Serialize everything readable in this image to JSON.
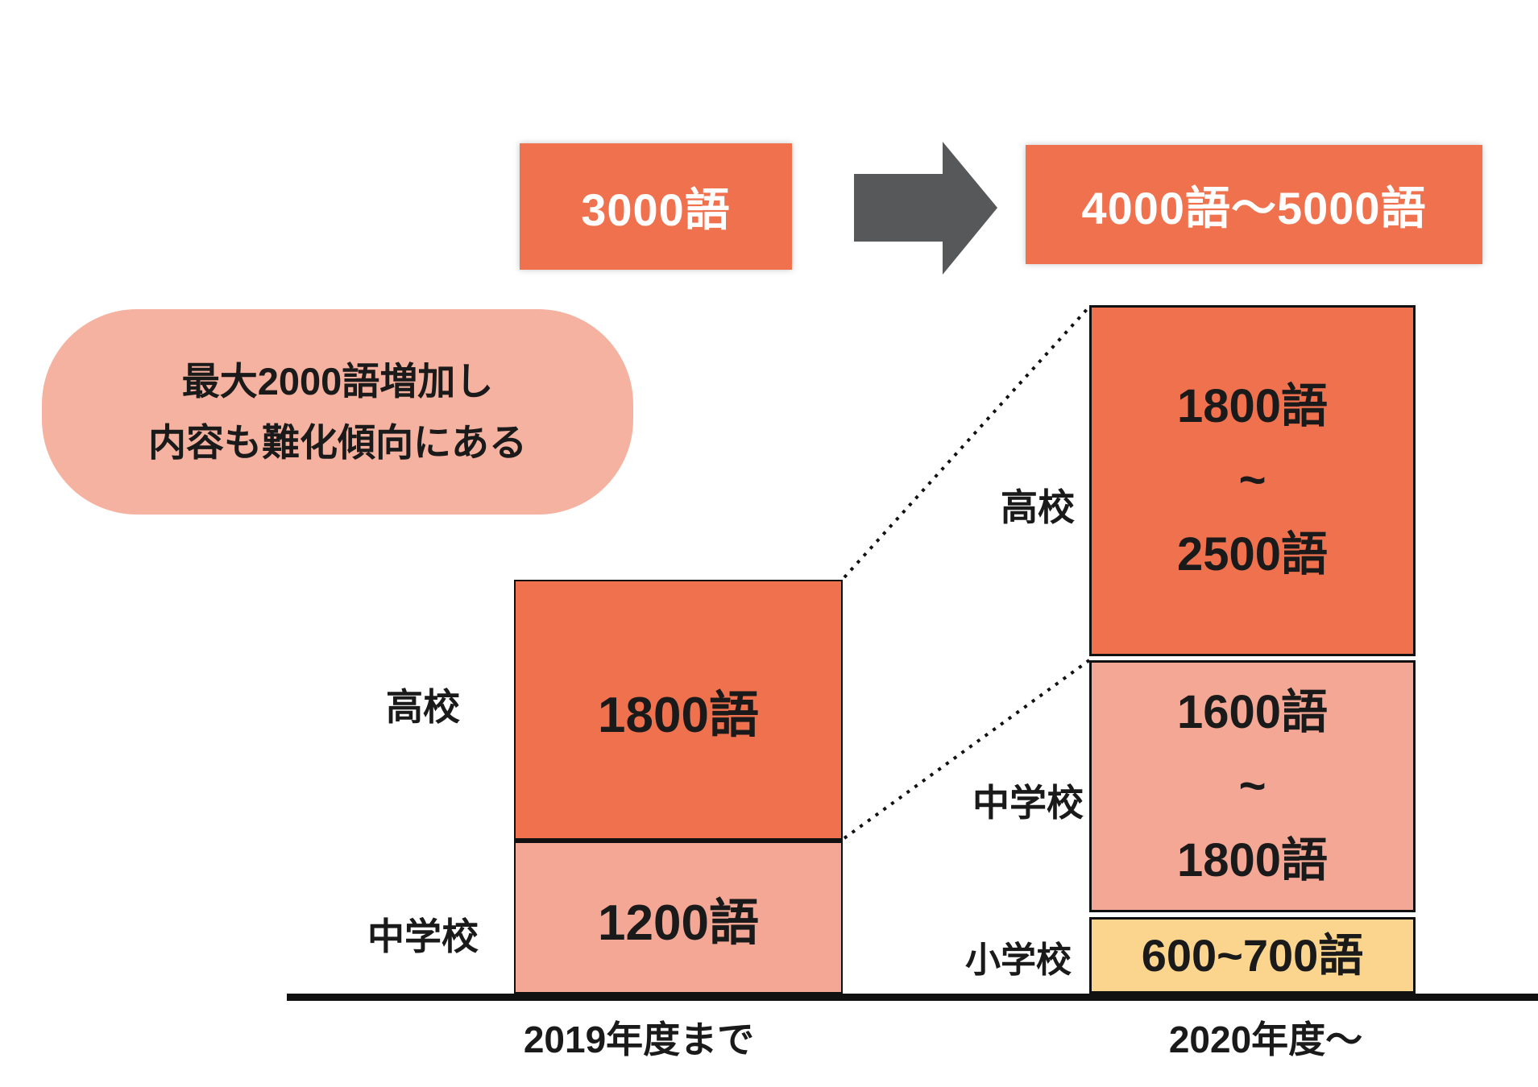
{
  "flow": {
    "before_total": "3000語",
    "after_total": "4000語〜5000語"
  },
  "callout": {
    "line1": "最大2000語増加し",
    "line2": "内容も難化傾向にある"
  },
  "bars": {
    "left": {
      "axis": "2019年度まで",
      "label_hs": "高校",
      "label_jhs": "中学校",
      "hs_value": "1800語",
      "jhs_value": "1200語"
    },
    "right": {
      "axis": "2020年度〜",
      "label_hs": "高校",
      "label_jhs": "中学校",
      "label_es": "小学校",
      "hs_lines": [
        "1800語",
        "~",
        "2500語"
      ],
      "jhs_lines": [
        "1600語",
        "~",
        "1800語"
      ],
      "es_value": "600~700語"
    }
  },
  "colors": {
    "orange": "#F0714E",
    "pink": "#F4A795",
    "bubble_pink": "#F6B2A0",
    "yellow": "#FBD58D",
    "arrow_gray": "#57585A",
    "line_black": "#111111",
    "text_white": "#FFFFFF"
  },
  "chart_data": {
    "type": "bar",
    "stacked": true,
    "unit": "語 (English words)",
    "categories": [
      "2019年度まで",
      "2020年度〜"
    ],
    "series": [
      {
        "name": "小学校",
        "values": [
          0,
          650
        ],
        "value_labels": [
          "",
          "600~700語"
        ],
        "color": "#FBD58D"
      },
      {
        "name": "中学校",
        "values": [
          1200,
          1700
        ],
        "value_labels": [
          "1200語",
          "1600語~1800語"
        ],
        "color": "#F4A795"
      },
      {
        "name": "高校",
        "values": [
          1800,
          2150
        ],
        "value_labels": [
          "1800語",
          "1800語~2500語"
        ],
        "color": "#F0714E"
      }
    ],
    "totals_labels": [
      "3000語",
      "4000語〜5000語"
    ],
    "annotation": "最大2000語増加し 内容も難化傾向にある",
    "legend_position": "segment-side-labels",
    "grid": false,
    "xlabel": "",
    "ylabel": ""
  }
}
